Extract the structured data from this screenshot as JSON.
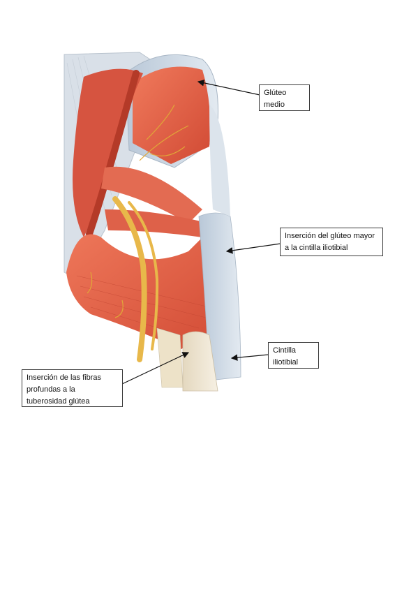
{
  "labels": {
    "gluteus_medius": [
      "Glúteo",
      "medio"
    ],
    "insertion_it_band": [
      "Inserción del glúteo mayor",
      "a la cintilla iliotibial"
    ],
    "it_band": [
      "Cintilla",
      "iliotibial"
    ],
    "deep_fibers": [
      "Inserción de las fibras",
      "profundas a la",
      "tuberosidad glútea"
    ]
  },
  "colors": {
    "muscle": "#e8624a",
    "muscle_dark": "#c8412e",
    "tendon": "#c9d6e3",
    "nerve": "#e8b84a",
    "bone": "#efe6d2"
  }
}
